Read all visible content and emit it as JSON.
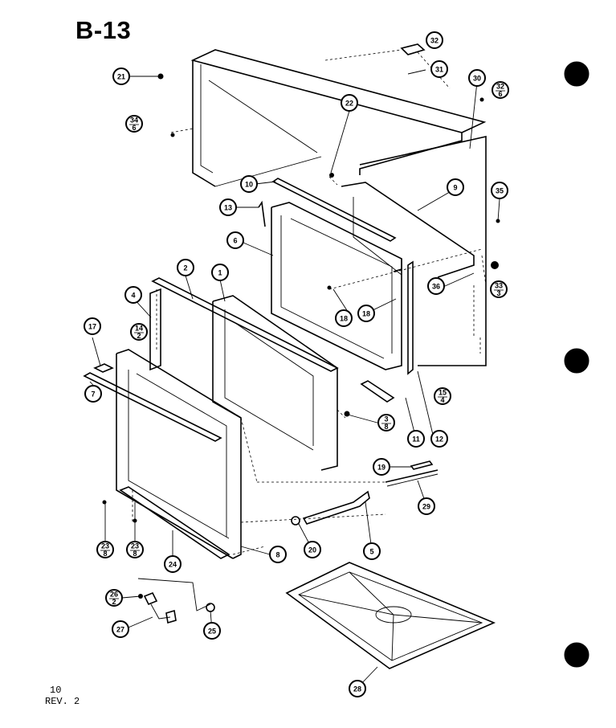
{
  "title": "B-13",
  "footer": {
    "page_number": "10",
    "revision": "REV. 2"
  },
  "callouts": [
    {
      "id": "c32",
      "label": "32"
    },
    {
      "id": "c31",
      "label": "31"
    },
    {
      "id": "c21",
      "label": "21"
    },
    {
      "id": "c30",
      "label": "30"
    },
    {
      "id": "c32-6",
      "top": "32",
      "bottom": "6"
    },
    {
      "id": "c34-6",
      "top": "34",
      "bottom": "6"
    },
    {
      "id": "c22",
      "label": "22"
    },
    {
      "id": "c10",
      "label": "10"
    },
    {
      "id": "c9",
      "label": "9"
    },
    {
      "id": "c35",
      "label": "35"
    },
    {
      "id": "c13",
      "label": "13"
    },
    {
      "id": "c6a",
      "label": "6"
    },
    {
      "id": "c2",
      "label": "2"
    },
    {
      "id": "c1",
      "label": "1"
    },
    {
      "id": "c4",
      "label": "4"
    },
    {
      "id": "c36",
      "label": "36"
    },
    {
      "id": "c33-3",
      "top": "33",
      "bottom": "3"
    },
    {
      "id": "c18a",
      "label": "18"
    },
    {
      "id": "c18b",
      "label": "18"
    },
    {
      "id": "c17",
      "label": "17"
    },
    {
      "id": "c14-2",
      "top": "14",
      "bottom": "2"
    },
    {
      "id": "c15-4",
      "top": "15",
      "bottom": "4"
    },
    {
      "id": "c7",
      "label": "7"
    },
    {
      "id": "c3-8",
      "top": "3",
      "bottom": "8"
    },
    {
      "id": "c11",
      "label": "11"
    },
    {
      "id": "c12",
      "label": "12"
    },
    {
      "id": "c19",
      "label": "19"
    },
    {
      "id": "c29",
      "label": "29"
    },
    {
      "id": "c23-8a",
      "top": "23",
      "bottom": "8"
    },
    {
      "id": "c23-8b",
      "top": "23",
      "bottom": "8"
    },
    {
      "id": "c24",
      "label": "24"
    },
    {
      "id": "c8",
      "label": "8"
    },
    {
      "id": "c20",
      "label": "20"
    },
    {
      "id": "c5",
      "label": "5"
    },
    {
      "id": "c26-2",
      "top": "26",
      "bottom": "2"
    },
    {
      "id": "c27",
      "label": "27"
    },
    {
      "id": "c25",
      "label": "25"
    },
    {
      "id": "c28",
      "label": "28"
    }
  ]
}
